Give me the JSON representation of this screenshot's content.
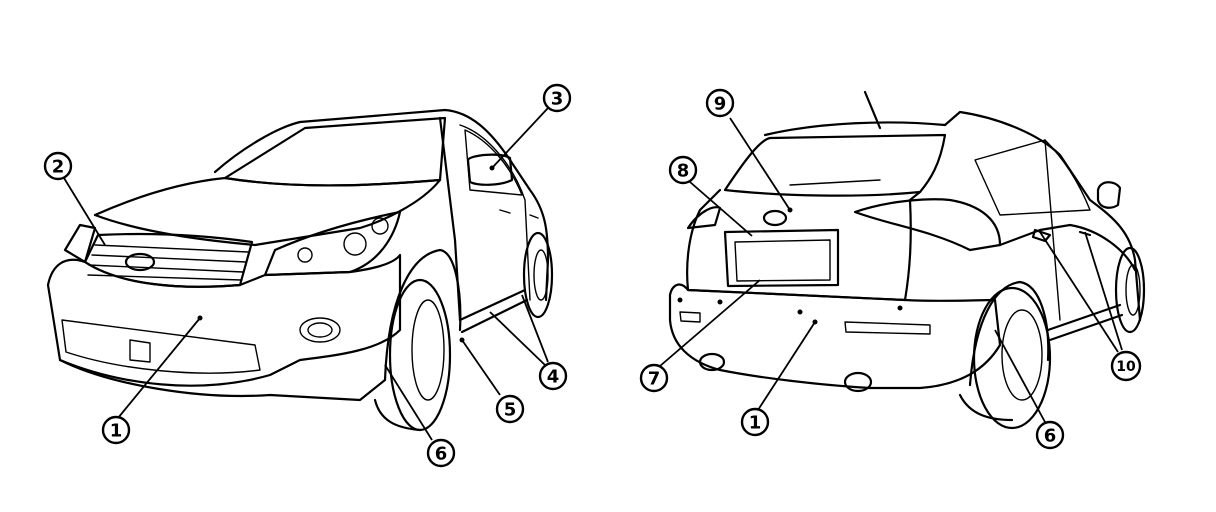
{
  "callouts": [
    {
      "id": "front-1",
      "label": "1"
    },
    {
      "id": "front-2",
      "label": "2"
    },
    {
      "id": "front-3",
      "label": "3"
    },
    {
      "id": "front-4",
      "label": "4"
    },
    {
      "id": "front-5",
      "label": "5"
    },
    {
      "id": "front-6",
      "label": "6"
    },
    {
      "id": "rear-9",
      "label": "9"
    },
    {
      "id": "rear-8",
      "label": "8"
    },
    {
      "id": "rear-7",
      "label": "7"
    },
    {
      "id": "rear-1",
      "label": "1"
    },
    {
      "id": "rear-6",
      "label": "6"
    },
    {
      "id": "rear-10",
      "label": "10"
    }
  ]
}
